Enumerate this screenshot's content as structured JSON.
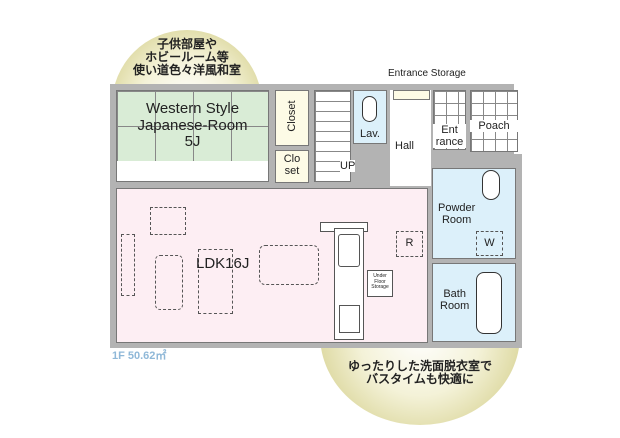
{
  "callout_top": {
    "lines": [
      "子供部屋や",
      "ホビールーム等",
      "使い道色々洋風和室"
    ]
  },
  "callout_bottom": {
    "lines": [
      "ゆったりした洗面脱衣室で",
      "バスタイムも快適に"
    ]
  },
  "rooms": {
    "western": {
      "line1": "Western Style",
      "line2": "Japanese-Room",
      "line3": "5J"
    },
    "closet1": "Closet",
    "closet2": {
      "line1": "Clo",
      "line2": "set"
    },
    "stairs": "UP",
    "lav": "Lav.",
    "hall": "Hall",
    "entrance_storage": "Entrance Storage",
    "entrance": {
      "line1": "Ent",
      "line2": "rance"
    },
    "poach": "Poach",
    "powder": {
      "line1": "Powder",
      "line2": "Room"
    },
    "washer": "W",
    "bath": {
      "line1": "Bath",
      "line2": "Room"
    },
    "ldk": "LDK16J",
    "fridge": "R",
    "under_floor": {
      "line1": "Under",
      "line2": "Floor",
      "line3": "Storage"
    }
  },
  "area_label": "1F 50.62㎡",
  "colors": {
    "western": "#d9ecd6",
    "ldk": "#fdeef3",
    "wet": "#dcf0fa",
    "storage": "#fdfbe6",
    "callout": "#cdc77a",
    "area_label": "#8fb8d8"
  }
}
